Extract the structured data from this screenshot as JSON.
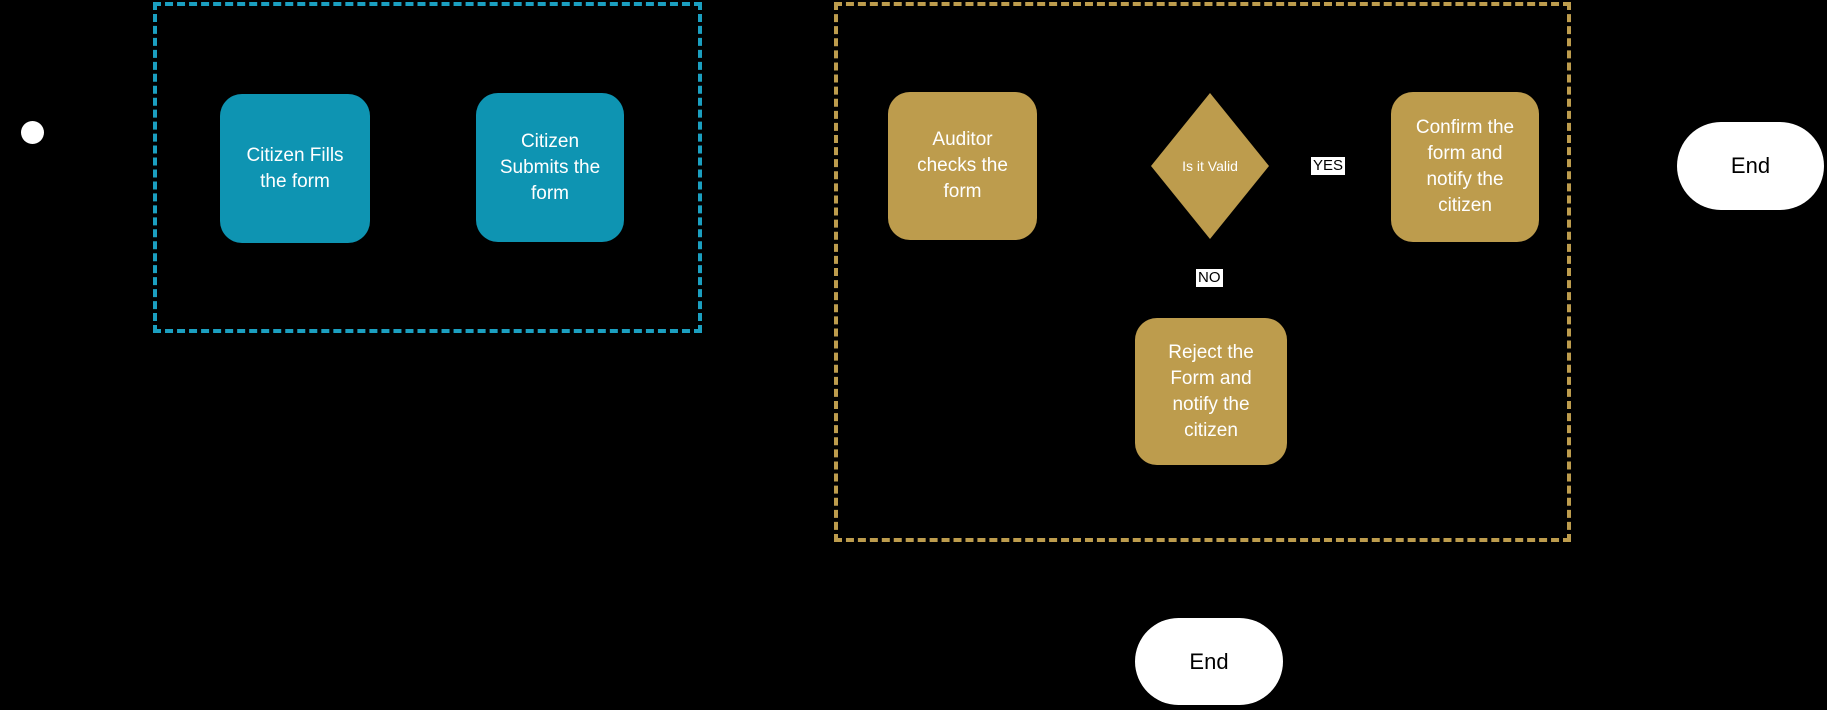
{
  "colors": {
    "background": "#000000",
    "citizen_fill": "#0E94B2",
    "citizen_lane_border": "#1B9FC0",
    "auditor_fill": "#BD9C4D",
    "auditor_lane_border": "#BD9C4D",
    "node_text": "#FFFFFF",
    "start_fill": "#FFFFFF",
    "end_fill": "#FFFFFF",
    "end_text": "#000000",
    "edge_label_bg": "#FFFFFF",
    "edge_label_text": "#000000"
  },
  "nodes": {
    "citizen_fills": {
      "label": "Citizen Fills\nthe form"
    },
    "citizen_submits": {
      "label": "Citizen\nSubmits the\nform"
    },
    "auditor_checks": {
      "label": "Auditor\nchecks the\nform"
    },
    "is_it_valid": {
      "label": "Is it Valid"
    },
    "confirm": {
      "label": "Confirm the\nform and\nnotify the\ncitizen"
    },
    "reject": {
      "label": "Reject the\nForm and\nnotify the\ncitizen"
    },
    "end_right": {
      "label": "End"
    },
    "end_bottom": {
      "label": "End"
    }
  },
  "edge_labels": {
    "yes": "YES",
    "no": "NO"
  }
}
